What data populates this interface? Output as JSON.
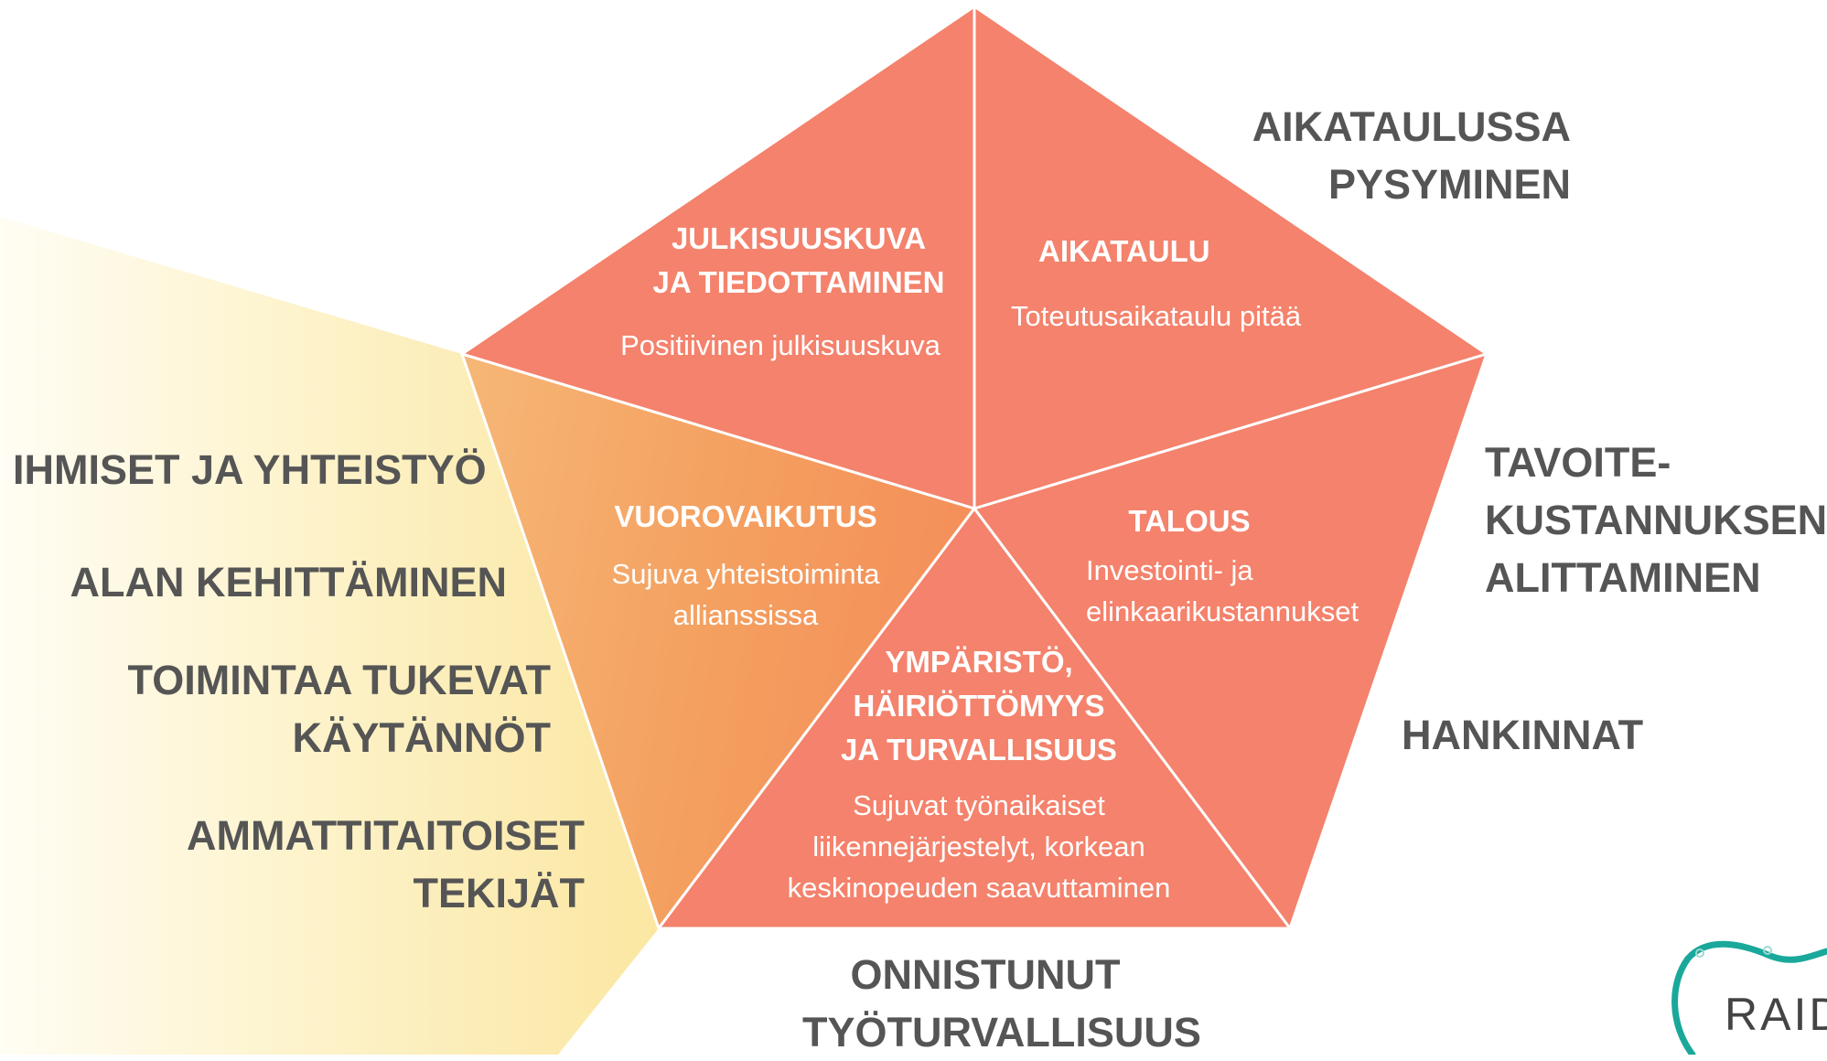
{
  "left_factors": {
    "people": "IHMISET JA YHTEISTYÖ",
    "development": "ALAN KEHITTÄMINEN",
    "practices": "TOIMINTAA TUKEVAT\nKÄYTÄNNÖT",
    "professionals": "AMMATTITAITOISET\nTEKIJÄT"
  },
  "outer_goals": {
    "schedule": "AIKATAULUSSA\nPYSYMINEN",
    "cost": "TAVOITE-\nKUSTANNUKSEN\nALITTAMINEN",
    "procurement": "HANKINNAT",
    "safety": "ONNISTUNUT\nTYÖTURVALLISUUS"
  },
  "segments": {
    "publicity": {
      "title": "JULKISUUSKUVA\nJA TIEDOTTAMINEN",
      "text": "Positiivinen julkisuuskuva"
    },
    "schedule": {
      "title": "AIKATAULU",
      "text": "Toteutusaikataulu pitää"
    },
    "interaction": {
      "title": "VUOROVAIKUTUS",
      "text": "Sujuva yhteistoiminta\nallianssissa"
    },
    "economy": {
      "title": "TALOUS",
      "text": "Investointi- ja\nelinkaarikustannukset"
    },
    "environment": {
      "title": "YMPÄRISTÖ,\nHÄIRIÖTTÖMYYS\nJA TURVALLISUUS",
      "text": "Sujuvat työnaikaiset\nliikennejärjestelyt, korkean\nkeskinopeuden saavuttaminen"
    }
  },
  "logo": {
    "text": "RAID"
  },
  "colors": {
    "segment": "#f4826c",
    "interaction_segment": "#f4a060",
    "yellow_fan": "#fbe9a6",
    "outer_text": "#555555",
    "logo_teal": "#1aa89a"
  }
}
